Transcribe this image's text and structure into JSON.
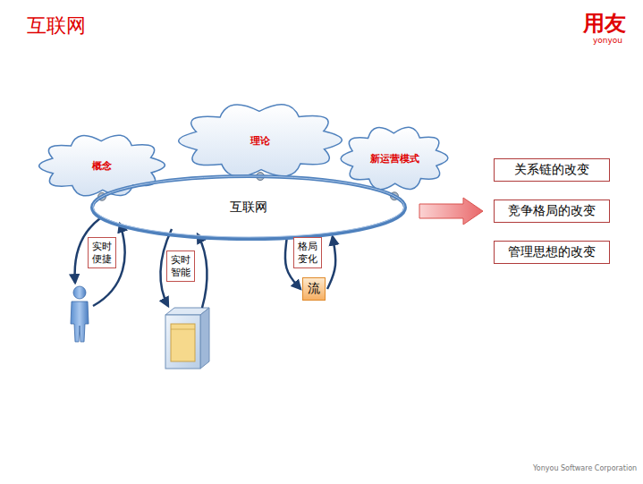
{
  "diagram": {
    "title": "互联网",
    "nodes": [
      {
        "text": [
          "概念"
        ]
      },
      {
        "text": [
          "理论"
        ]
      },
      {
        "text": [
          "新运营模式"
        ]
      },
      {
        "text": [
          "互联网"
        ]
      },
      {
        "text": [
          "实时便捷"
        ]
      },
      {
        "text": [
          "实时智能"
        ]
      },
      {
        "text": [
          "格局变化"
        ]
      },
      {
        "text": [
          "流"
        ]
      },
      {
        "text": [
          "关系链的改变"
        ]
      },
      {
        "text": [
          "竞争格局的改变"
        ]
      },
      {
        "text": [
          "管理思想的改变"
        ]
      }
    ],
    "edges": [
      {
        "from": 3,
        "to": 7,
        "arrow": "to"
      },
      {
        "from": 7,
        "to": 3,
        "arrow": "to"
      },
      {
        "from": 3,
        "to": 9,
        "arrow": "to"
      }
    ],
    "labels": [
      "用友",
      "yonyou",
      "Yonyou Software Corporation"
    ]
  }
}
